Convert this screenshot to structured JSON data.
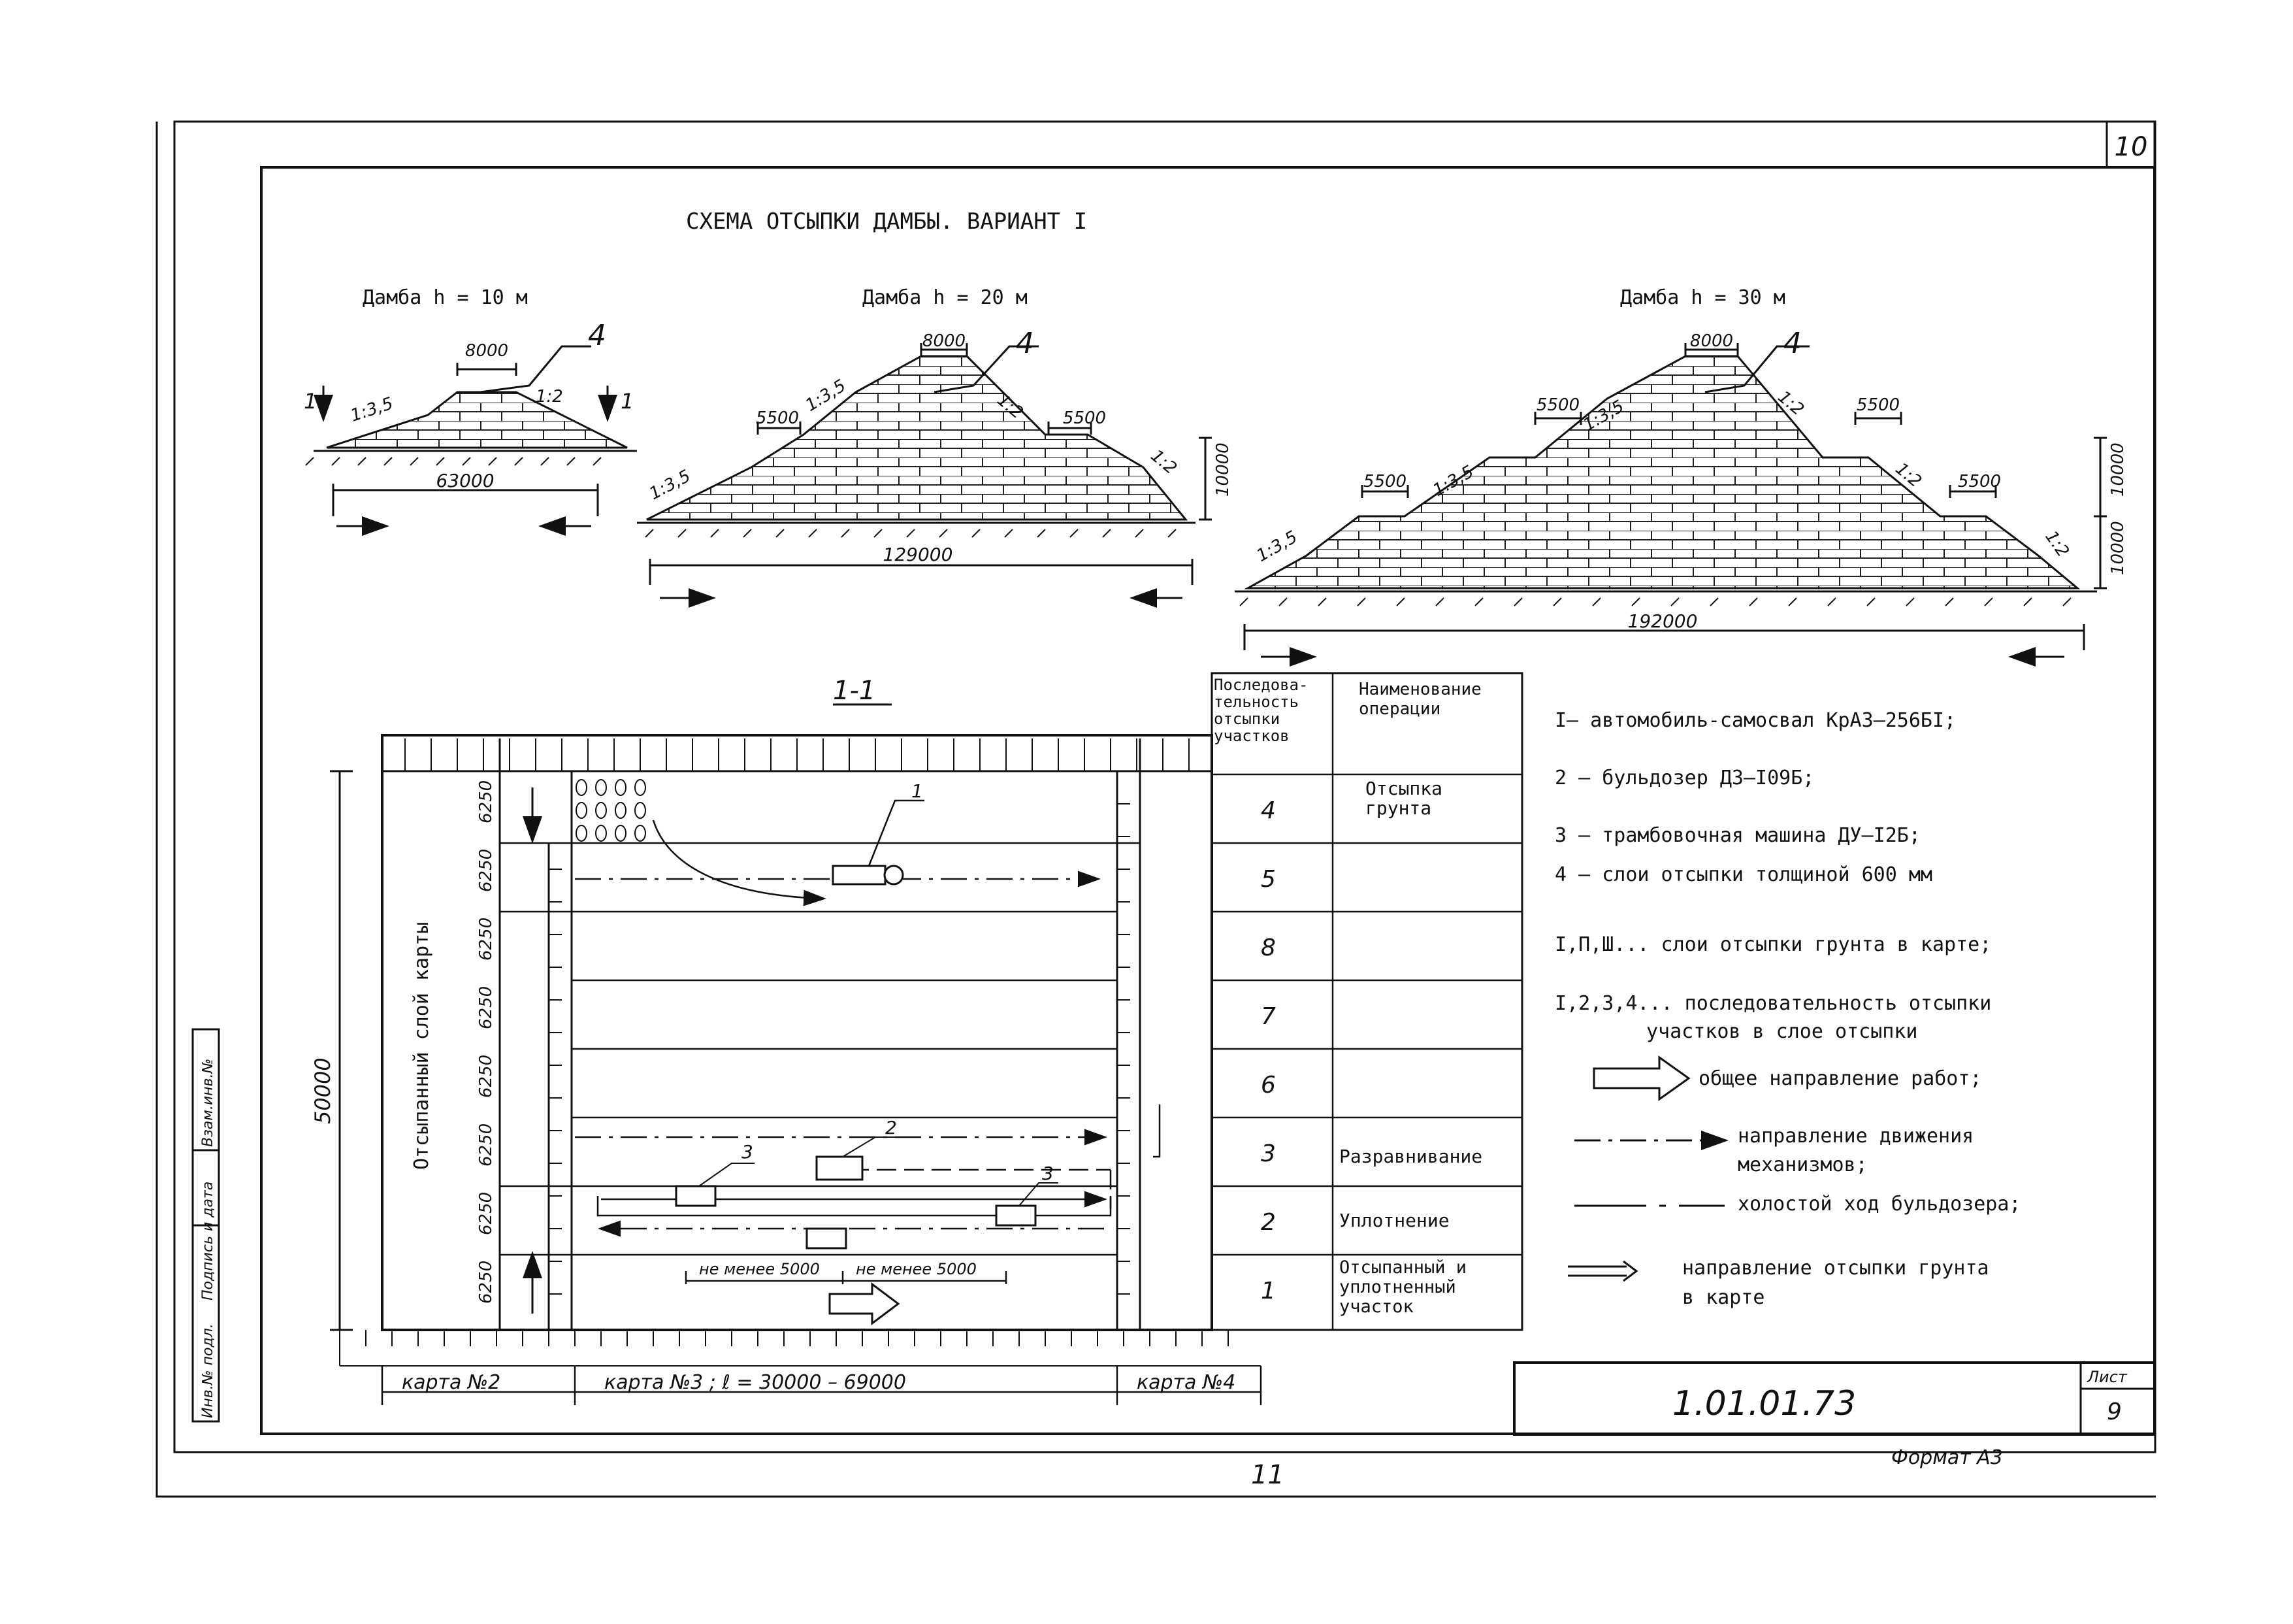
{
  "sheet": {
    "corner_number": "10",
    "title": "СХЕМА ОТСЫПКИ ДАМБЫ. ВАРИАНТ I",
    "code": "1.01.01.73",
    "sheet_label": "Лист",
    "sheet_number": "9",
    "format": "Формат А3",
    "bottom_page": "11",
    "side_stamps": [
      "Инв.№ подл.",
      "Подпись и дата",
      "Взам.инв.№"
    ]
  },
  "dams": [
    {
      "title": "Дамба h = 10 м",
      "top_width": "8000",
      "base_length": "63000",
      "slope_left": "1:3,5",
      "slope_right": "1:2",
      "layer_label": "4",
      "section_mark": "1"
    },
    {
      "title": "Дамба h = 20 м",
      "top_width": "8000",
      "berm_left": "5500",
      "berm_right": "5500",
      "base_length": "129000",
      "height": "10000",
      "slope_left": "1:3,5",
      "slope_right": "1:2",
      "layer_label": "4"
    },
    {
      "title": "Дамба h = 30 м",
      "top_width": "8000",
      "berm_left_upper": "5500",
      "berm_right_upper": "5500",
      "berm_left_lower": "5500",
      "berm_right_lower": "5500",
      "base_length": "192000",
      "height_upper": "10000",
      "height_lower": "10000",
      "slope_left": "1:3,5",
      "slope_right": "1:2",
      "layer_label": "4"
    }
  ],
  "plan": {
    "section_label": "1-1",
    "vertical_label": "Отсыпанный слой карты",
    "total_height": "50000",
    "row_height": "6250",
    "row_labels": [
      "6250",
      "6250",
      "6250",
      "6250",
      "6250",
      "6250",
      "6250",
      "6250"
    ],
    "min_dist_1": "не менее 5000",
    "min_dist_2": "не менее 5000",
    "map_left": "карта №2",
    "map_middle": "карта №3 ;  ℓ = 30000 – 69000",
    "map_right": "карта №4",
    "machine_labels": [
      "1",
      "2",
      "3",
      "3"
    ]
  },
  "sequence_table": {
    "header_seq": "Последова-тельность отсыпки участков",
    "header_op": "Наименование операции",
    "rows": [
      {
        "seq": "4",
        "op": "Отсыпка грунта"
      },
      {
        "seq": "5",
        "op": ""
      },
      {
        "seq": "8",
        "op": ""
      },
      {
        "seq": "7",
        "op": ""
      },
      {
        "seq": "6",
        "op": ""
      },
      {
        "seq": "3",
        "op": "Разравнивание"
      },
      {
        "seq": "2",
        "op": "Уплотнение"
      },
      {
        "seq": "1",
        "op": "Отсыпанный и уплотненный участок"
      }
    ]
  },
  "legend": {
    "item1": "I– автомобиль-самосвал КрАЗ–256БI;",
    "item2": "2 – бульдозер ДЗ–I09Б;",
    "item3": "3 – трамбовочная машина ДУ–I2Б;",
    "item4": "4 – слои отсыпки толщиной 600 мм",
    "layers": "I,П,Ш... слои отсыпки грунта в карте;",
    "sequence_1": "I,2,3,4... последовательность отсыпки",
    "sequence_2": "участков в слое отсыпки",
    "arrow_general": "общее направление работ;",
    "move_1": "направление движения",
    "move_2": "механизмов;",
    "idle": "холостой ход бульдозера;",
    "fill_1": "направление отсыпки грунта",
    "fill_2": "в карте"
  }
}
